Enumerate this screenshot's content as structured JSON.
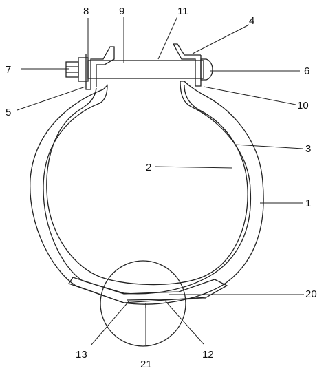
{
  "labels": {
    "l1": "1",
    "l2": "2",
    "l3": "3",
    "l4": "4",
    "l5": "5",
    "l6": "6",
    "l7": "7",
    "l8": "8",
    "l9": "9",
    "l10": "10",
    "l11": "11",
    "l12": "12",
    "l13": "13",
    "l20": "20",
    "l21": "21"
  }
}
